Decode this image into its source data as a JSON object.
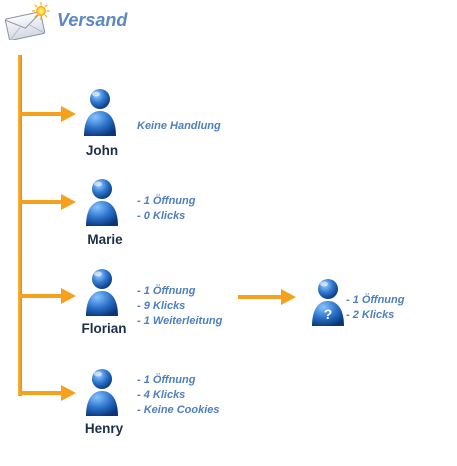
{
  "title": "Versand",
  "recipients": [
    {
      "name": "John",
      "notes": [
        "Keine Handlung"
      ]
    },
    {
      "name": "Marie",
      "notes": [
        "- 1 Öffnung",
        "- 0 Klicks"
      ]
    },
    {
      "name": "Florian",
      "notes": [
        "- 1 Öffnung",
        "- 9 Klicks",
        "- 1 Weiterleitung"
      ]
    },
    {
      "name": "Henry",
      "notes": [
        "- 1 Öffnung",
        "- 4 Klicks",
        "- Keine Cookies"
      ]
    }
  ],
  "forwarded": {
    "unknown_marker": "?",
    "notes": [
      "- 1 Öffnung",
      "- 2 Klicks"
    ]
  },
  "colors": {
    "arrow": "#f5a11c",
    "title": "#5b87c5",
    "note": "#4f7fbe",
    "name": "#1c2f4a"
  },
  "icons": {
    "header": "mail-send-icon",
    "recipient": "user-icon",
    "forward_recipient": "unknown-user-icon"
  }
}
